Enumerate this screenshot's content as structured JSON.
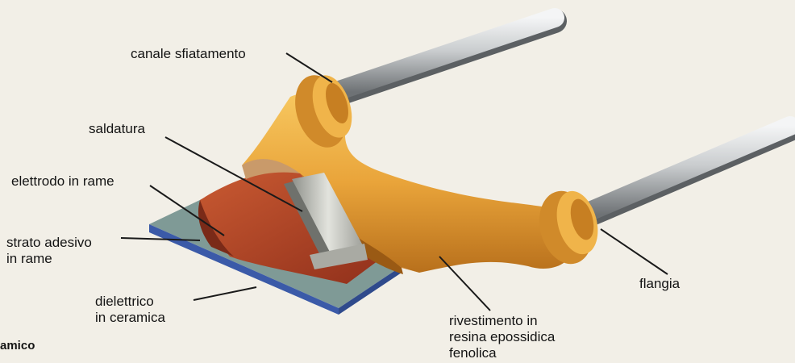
{
  "labels": {
    "canale_sfiatamento": "canale sfiatamento",
    "saldatura": "saldatura",
    "elettrodo": "elettrodo in rame",
    "strato_adesivo": "strato adesivo\nin rame",
    "dielettrico": "dielettrico\nin ceramica",
    "flangia": "flangia",
    "rivestimento": "rivestimento in\nresina epossidica\nfenolica",
    "caption_fragment": "amico"
  },
  "colors": {
    "background": "#f2efe7",
    "resin_coating": "#e9a43a",
    "copper_electrode": "#b2462a",
    "ceramic_dielectric": "#7f9a96",
    "lead_wire": "#cfd2d4",
    "solder": "#bfc0b8",
    "leader_line": "#1a1a1a"
  }
}
